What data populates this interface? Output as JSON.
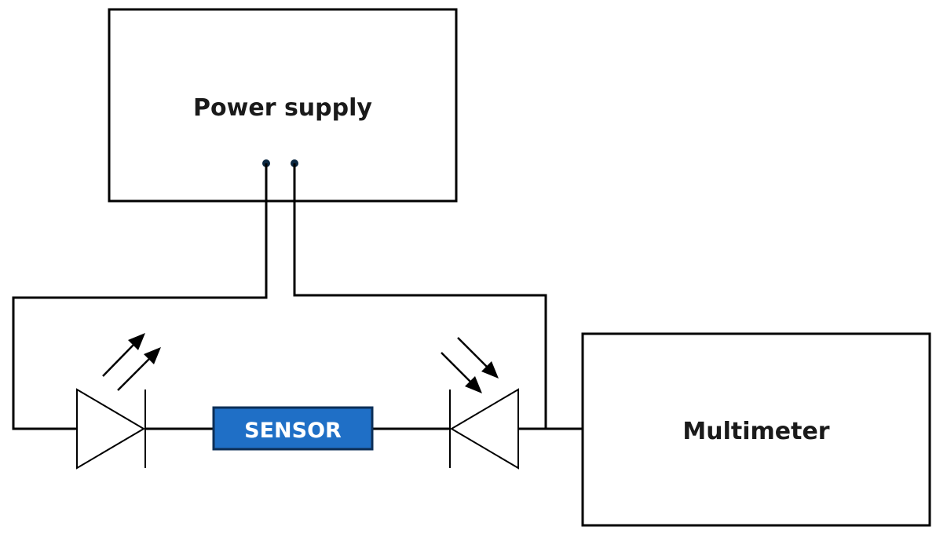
{
  "blocks": {
    "power_supply": "Power supply",
    "sensor": "SENSOR",
    "multimeter": "Multimeter"
  },
  "colors": {
    "sensor_fill": "#1f6fc6",
    "sensor_stroke": "#0d2f57",
    "terminal": "#0b2740",
    "line": "#000000"
  }
}
